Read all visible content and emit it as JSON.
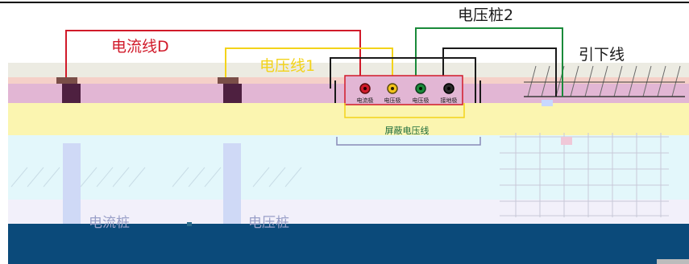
{
  "labels": {
    "current_wire": "电流线D",
    "voltage_wire": "电压线1",
    "voltage_pile": "电压桩2",
    "down_lead": "引下线",
    "current_stake": "电流桩",
    "voltage_stake": "电压桩",
    "shield_line": "屏蔽电压线"
  },
  "instrument": {
    "terminals": [
      "电流极",
      "电压极",
      "电压极",
      "接地极"
    ]
  },
  "colors": {
    "current_wire": "#d11a2a",
    "voltage_wire": "#f3d31a",
    "pile_wire": "#1a8a3a",
    "ground_wire": "#1a1a1a",
    "ground_layer": "#e2b6d4",
    "soil_layer": "#fbf5b0",
    "water_layer": "#e3f7fb",
    "base_layer": "#0b4a7a"
  }
}
